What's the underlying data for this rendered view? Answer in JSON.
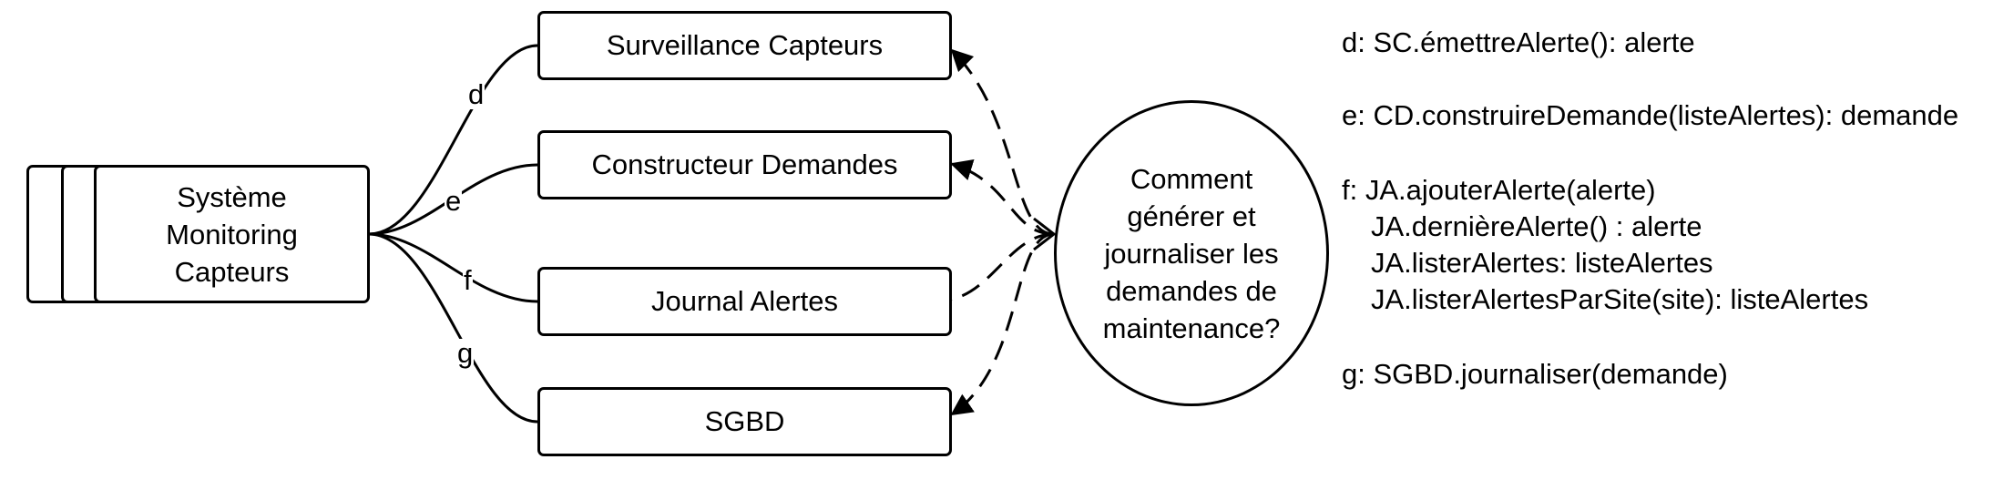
{
  "system": {
    "lines": [
      "Système",
      "Monitoring",
      "Capteurs"
    ]
  },
  "components": [
    {
      "label": "Surveillance Capteurs"
    },
    {
      "label": "Constructeur Demandes"
    },
    {
      "label": "Journal Alertes"
    },
    {
      "label": "SGBD"
    }
  ],
  "edge_labels": [
    "d",
    "e",
    "f",
    "g"
  ],
  "question": {
    "text": "Comment générer et journaliser les demandes de maintenance?"
  },
  "legend": {
    "d": "d: SC.émettreAlerte(): alerte",
    "e": "e: CD.construireDemande(listeAlertes): demande",
    "f": [
      "f: JA.ajouterAlerte(alerte)",
      "JA.dernièreAlerte() : alerte",
      "JA.listerAlertes: listeAlertes",
      "JA.listerAlertesParSite(site): listeAlertes"
    ],
    "g": "g: SGBD.journaliser(demande)"
  }
}
